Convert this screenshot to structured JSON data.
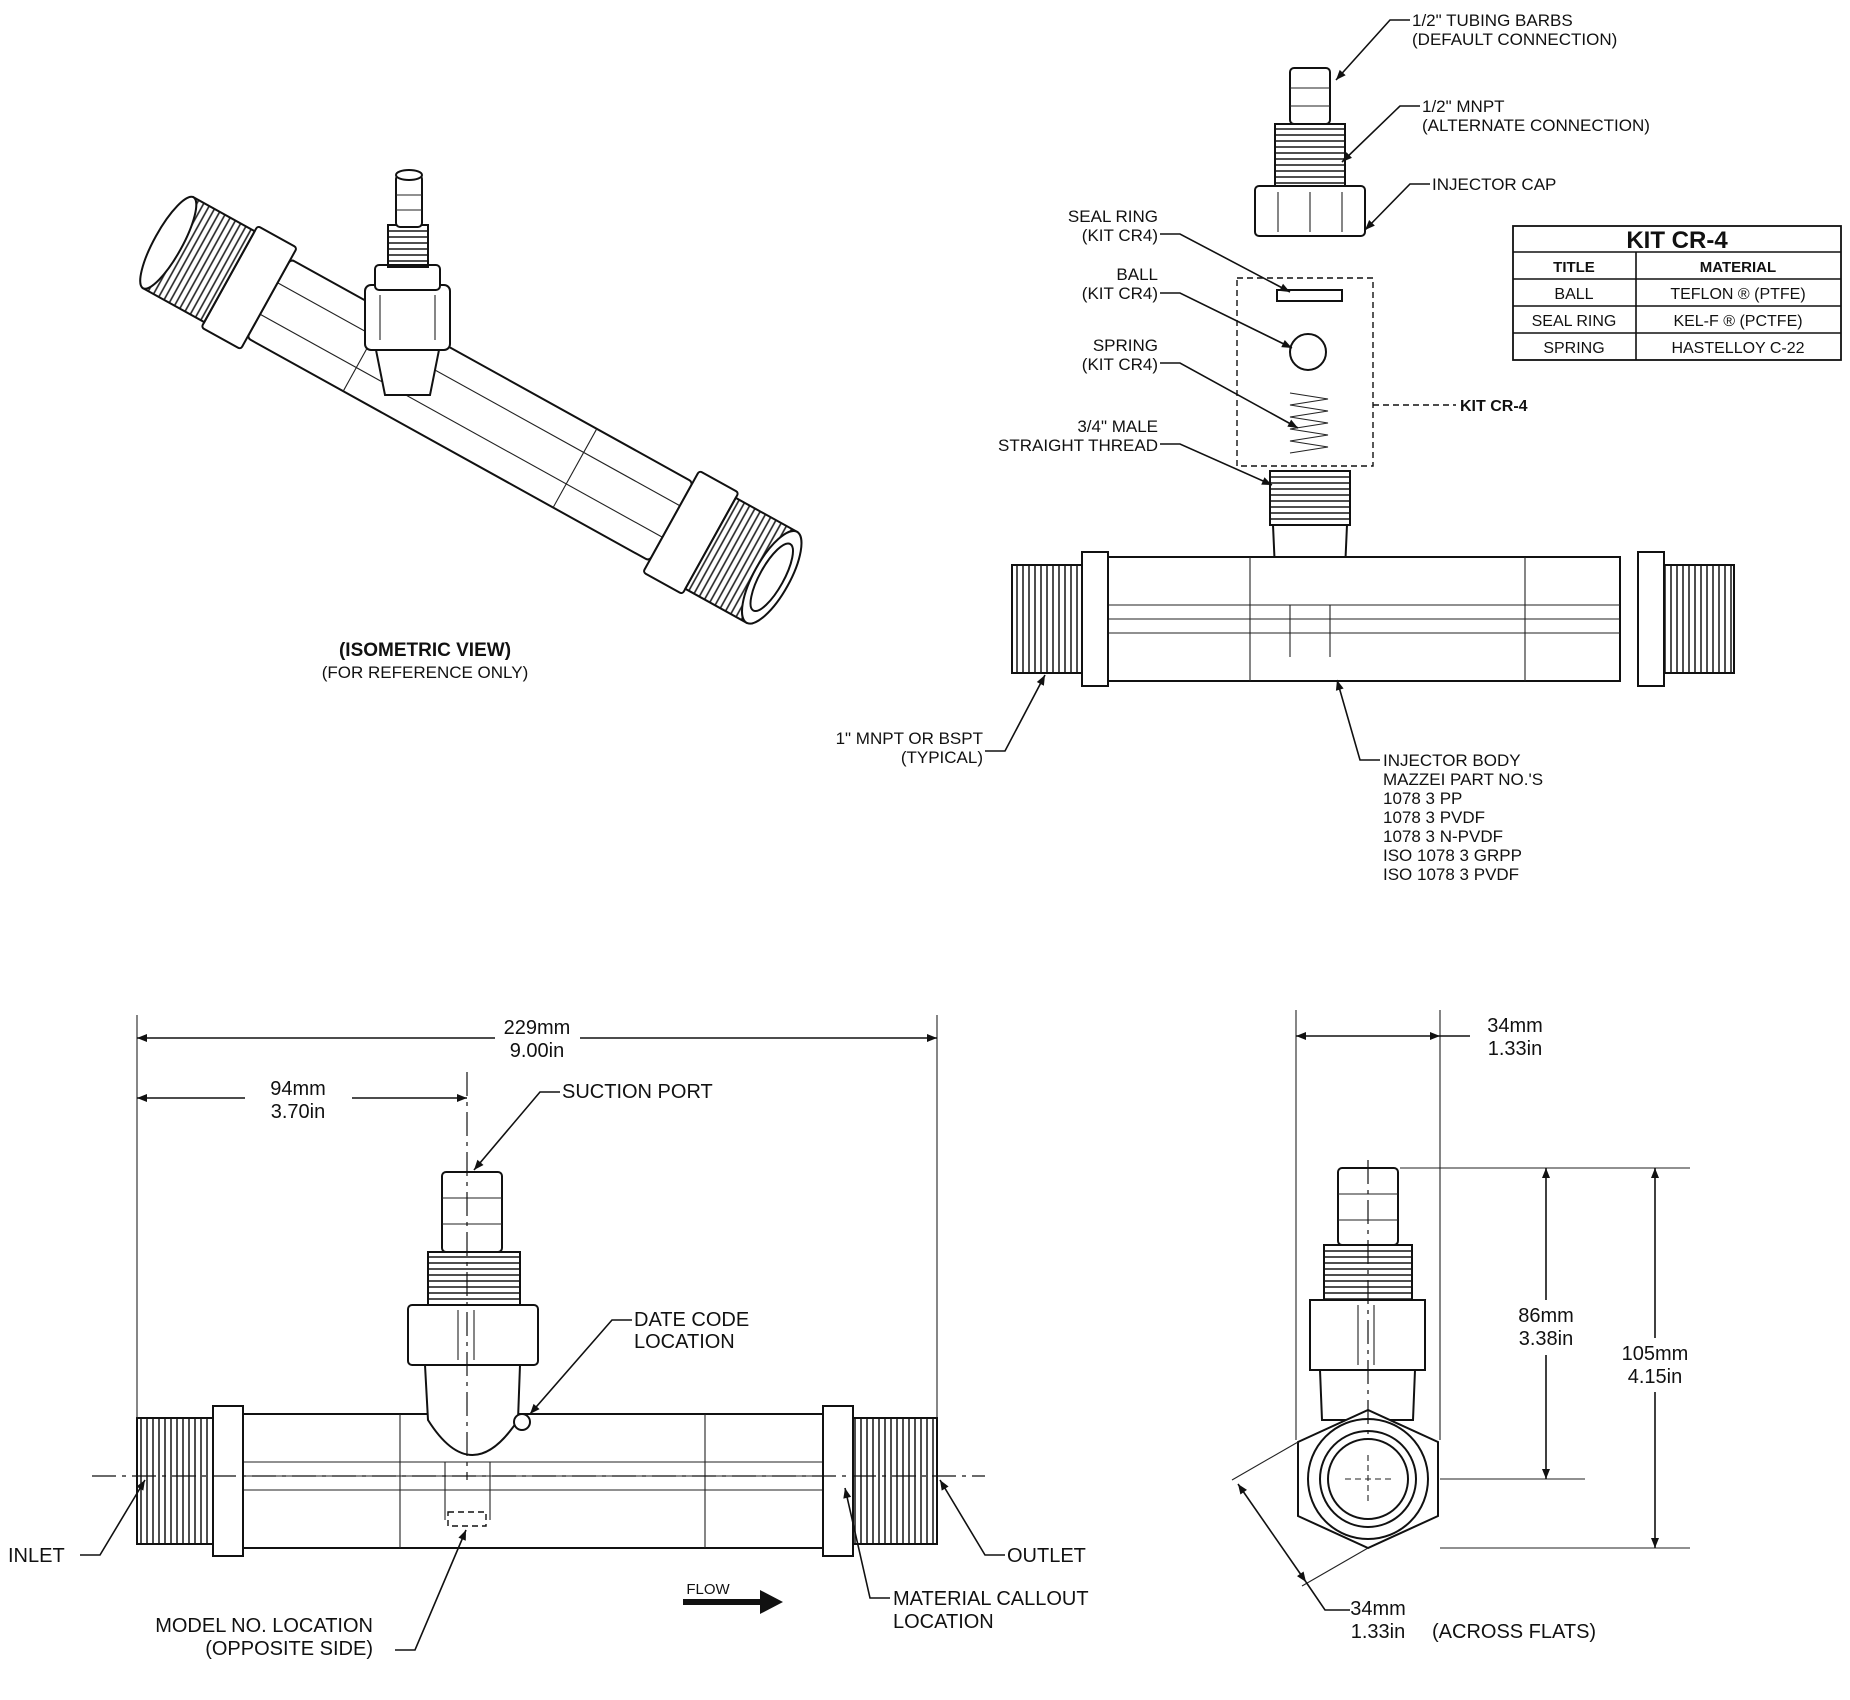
{
  "isometric": {
    "title": "(ISOMETRIC VIEW)",
    "subtitle": "(FOR REFERENCE ONLY)"
  },
  "exploded": {
    "tubing_barbs": [
      "1/2\" TUBING BARBS",
      "(DEFAULT CONNECTION)"
    ],
    "mnpt_half": [
      "1/2\" MNPT",
      "(ALTERNATE CONNECTION)"
    ],
    "injector_cap": "INJECTOR CAP",
    "seal_ring": [
      "SEAL RING",
      "(KIT CR4)"
    ],
    "ball": [
      "BALL",
      "(KIT CR4)"
    ],
    "spring": [
      "SPRING",
      "(KIT CR4)"
    ],
    "straight_thread": [
      "3/4\" MALE",
      "STRAIGHT THREAD"
    ],
    "kit_callout": "KIT CR-4",
    "mnpt_bspt": [
      "1\" MNPT OR BSPT",
      "(TYPICAL)"
    ],
    "injector_body": [
      "INJECTOR BODY",
      "MAZZEI PART NO.'S",
      "1078 3 PP",
      "1078 3 PVDF",
      "1078 3 N-PVDF",
      "ISO 1078 3 GRPP",
      "ISO 1078 3 PVDF"
    ]
  },
  "kit_table": {
    "title": "KIT CR-4",
    "headers": [
      "TITLE",
      "MATERIAL"
    ],
    "rows": [
      [
        "BALL",
        "TEFLON ® (PTFE)"
      ],
      [
        "SEAL RING",
        "KEL-F ® (PCTFE)"
      ],
      [
        "SPRING",
        "HASTELLOY C-22"
      ]
    ]
  },
  "front_view": {
    "overall_mm": "229mm",
    "overall_in": "9.00in",
    "port_mm": "94mm",
    "port_in": "3.70in",
    "suction_port": "SUCTION PORT",
    "date_code": [
      "DATE CODE",
      "LOCATION"
    ],
    "inlet": "INLET",
    "outlet": "OUTLET",
    "model_no": [
      "MODEL NO. LOCATION",
      "(OPPOSITE SIDE)"
    ],
    "flow": "FLOW",
    "material_callout": [
      "MATERIAL CALLOUT",
      "LOCATION"
    ]
  },
  "side_view": {
    "width_mm": "34mm",
    "width_in": "1.33in",
    "height1_mm": "86mm",
    "height1_in": "3.38in",
    "height2_mm": "105mm",
    "height2_in": "4.15in",
    "flats_mm": "34mm",
    "flats_in": "1.33in",
    "flats_note": "(ACROSS FLATS)"
  }
}
